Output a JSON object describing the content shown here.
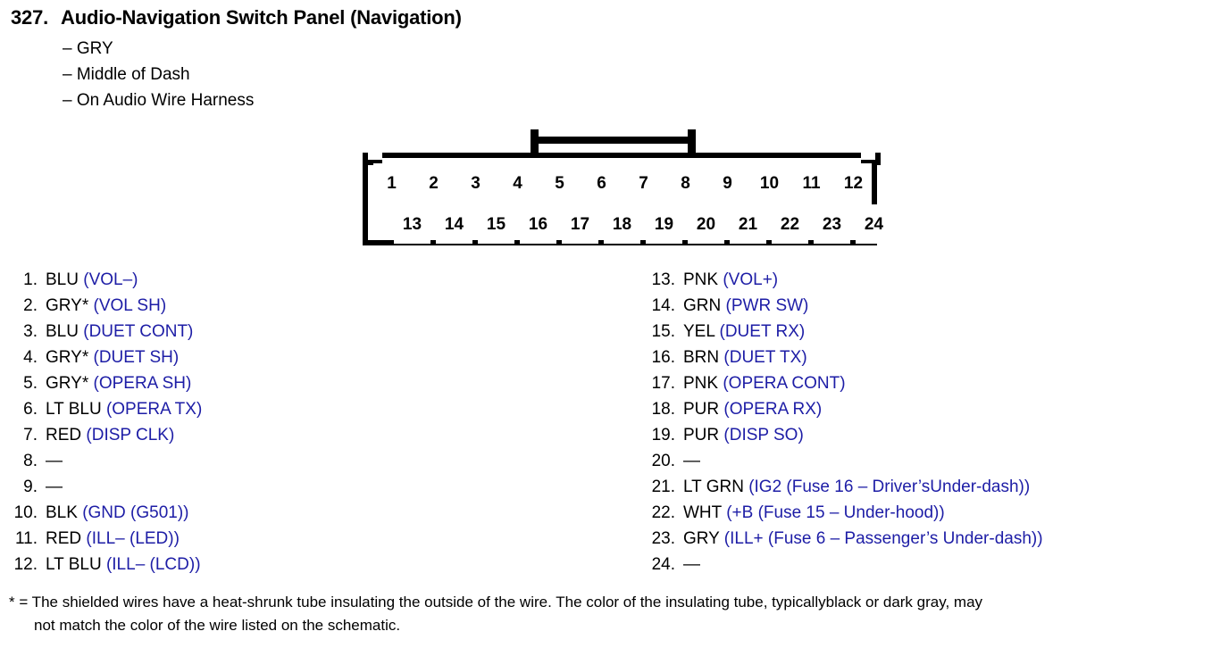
{
  "header": {
    "number": "327.",
    "title": "Audio-Navigation Switch Panel (Navigation)",
    "sublines": [
      "– GRY",
      "– Middle of Dash",
      "– On Audio Wire Harness"
    ]
  },
  "connector": {
    "top_row_pins": [
      "1",
      "2",
      "3",
      "4",
      "5",
      "6",
      "7",
      "8",
      "9",
      "10",
      "11",
      "12"
    ],
    "bottom_row_pins": [
      "13",
      "14",
      "15",
      "16",
      "17",
      "18",
      "19",
      "20",
      "21",
      "22",
      "23",
      "24"
    ]
  },
  "pins_left": [
    {
      "num": "1.",
      "color": "BLU",
      "signal": "(VOL–)"
    },
    {
      "num": "2.",
      "color": "GRY*",
      "signal": "(VOL SH)"
    },
    {
      "num": "3.",
      "color": "BLU",
      "signal": "(DUET CONT)"
    },
    {
      "num": "4.",
      "color": "GRY*",
      "signal": "(DUET SH)"
    },
    {
      "num": "5.",
      "color": "GRY*",
      "signal": "(OPERA SH)"
    },
    {
      "num": "6.",
      "color": "LT BLU",
      "signal": "(OPERA TX)"
    },
    {
      "num": "7.",
      "color": "RED",
      "signal": "(DISP CLK)"
    },
    {
      "num": "8.",
      "color": "—",
      "signal": ""
    },
    {
      "num": "9.",
      "color": "—",
      "signal": ""
    },
    {
      "num": "10.",
      "color": "BLK",
      "signal": "(GND (G501))"
    },
    {
      "num": "11.",
      "color": "RED",
      "signal": "(ILL– (LED))"
    },
    {
      "num": "12.",
      "color": "LT BLU",
      "signal": "(ILL– (LCD))"
    }
  ],
  "pins_right": [
    {
      "num": "13.",
      "color": "PNK",
      "signal": "(VOL+)"
    },
    {
      "num": "14.",
      "color": "GRN",
      "signal": "(PWR SW)"
    },
    {
      "num": "15.",
      "color": "YEL",
      "signal": "(DUET RX)"
    },
    {
      "num": "16.",
      "color": "BRN",
      "signal": "(DUET TX)"
    },
    {
      "num": "17.",
      "color": "PNK",
      "signal": "(OPERA CONT)"
    },
    {
      "num": "18.",
      "color": "PUR",
      "signal": "(OPERA RX)"
    },
    {
      "num": "19.",
      "color": "PUR",
      "signal": "(DISP SO)"
    },
    {
      "num": "20.",
      "color": "—",
      "signal": ""
    },
    {
      "num": "21.",
      "color": "LT GRN",
      "signal": "(IG2 (Fuse 16 – Driver’sUnder-dash))"
    },
    {
      "num": "22.",
      "color": "WHT",
      "signal": "(+B (Fuse 15 – Under-hood))"
    },
    {
      "num": "23.",
      "color": "GRY",
      "signal": "(ILL+ (Fuse 6 – Passenger’s Under-dash))"
    },
    {
      "num": "24.",
      "color": "—",
      "signal": ""
    }
  ],
  "footnote": {
    "line1": "* = The shielded wires have a heat-shrunk tube insulating the outside of the wire. The color of the insulating tube, typicallyblack or dark gray, may",
    "line2": "not match the color of the wire listed on the schematic."
  },
  "colors": {
    "signal_blue": "#1d1da6",
    "text_black": "#000000"
  }
}
